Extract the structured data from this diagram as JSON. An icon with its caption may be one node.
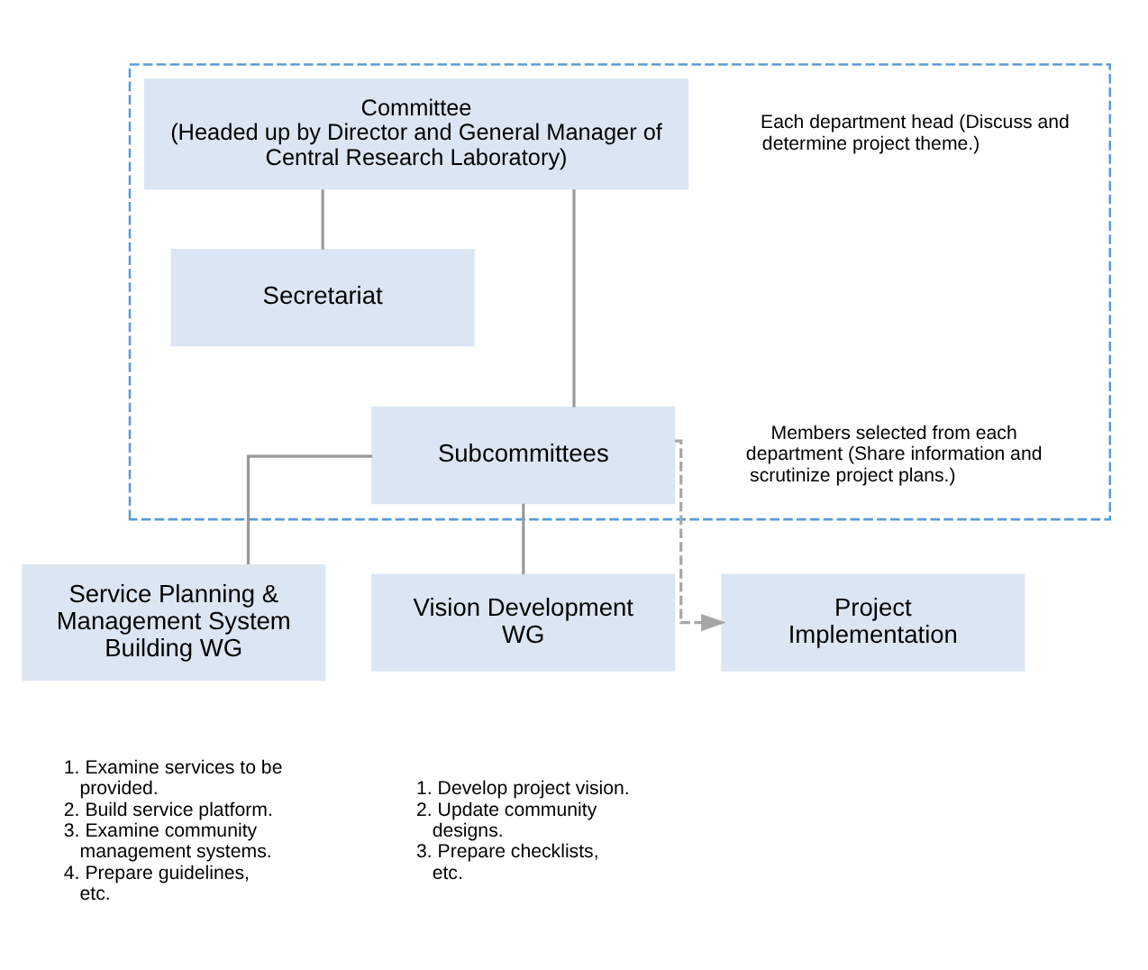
{
  "diagram": {
    "nodes": [
      {
        "text": [],
        "shape": "box"
      },
      {
        "text": [
          "Committee",
          "(Headed up by Director and General Manager of Central Research Laboratory)"
        ],
        "beside": [
          "Each department head (Discuss and determine project theme.)"
        ],
        "in": 0
      },
      {
        "text": [
          "Secretariat"
        ],
        "in": 0
      },
      {
        "text": [
          "Subcommittees"
        ],
        "beside": [
          "Members selected from each department (Share information and scrutinize project plans.)"
        ],
        "in": 0
      },
      {
        "text": [
          "Service Planning & Management System Building WG"
        ],
        "beside": [
          "1. Examine services to be provided.",
          "2. Build service platform.",
          "3. Examine community management systems.",
          "4. Prepare guidelines, etc."
        ]
      },
      {
        "text": [
          "Vision Development WG"
        ],
        "beside": [
          "1. Develop project vision.",
          "2. Update community designs.",
          "3. Prepare checklists, etc."
        ]
      },
      {
        "text": [
          "Project Implementation"
        ]
      }
    ],
    "edges": [
      {
        "from": 1,
        "to": 3,
        "arrow": "none"
      },
      {
        "from": 1,
        "to": 2,
        "arrow": "none"
      },
      {
        "from": 3,
        "to": 4,
        "arrow": "none"
      },
      {
        "from": 3,
        "to": 5,
        "arrow": "none"
      },
      {
        "from": 3,
        "to": 6,
        "arrow": "to",
        "style": "dashed",
        "color": "#a6a6a6"
      }
    ]
  }
}
